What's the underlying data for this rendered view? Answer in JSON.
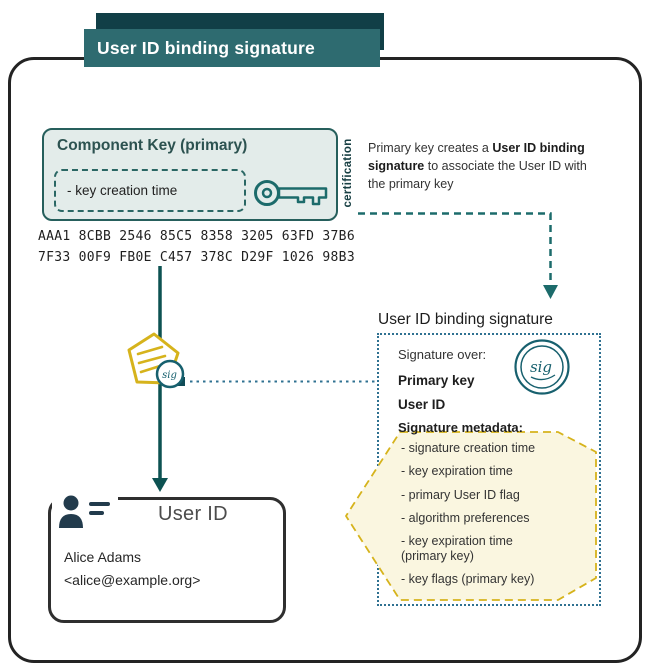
{
  "banner": {
    "title": "User ID binding signature"
  },
  "component_key": {
    "title": "Component Key (primary)",
    "creation_time_label": "- key creation time"
  },
  "certification_label": "certification",
  "annotation": {
    "text_pre": "Primary key creates a ",
    "text_bold": "User ID binding signature",
    "text_post": " to associate the User ID with the primary key"
  },
  "fingerprint": {
    "line1": "AAA1 8CBB 2546 85C5 8358 3205 63FD 37B6",
    "line2": "7F33 00F9 FB0E C457 378C D29F 1026 98B3"
  },
  "signature_panel": {
    "title": "User ID binding signature",
    "signature_over_label": "Signature over:",
    "target_primary": "Primary key",
    "target_user_id": "User ID",
    "metadata_label": "Signature metadata:",
    "metadata_items": [
      "- signature creation time",
      "- key expiration time",
      "- primary User ID flag",
      "- algorithm preferences",
      "- key expiration time\n   (primary key)",
      "- key flags (primary key)"
    ]
  },
  "user_id_card": {
    "title": "User ID",
    "name": "Alice Adams",
    "email": "<alice@example.org>"
  },
  "icons": {
    "sig_label": "sig"
  },
  "colors": {
    "teal": "#1c6b6b",
    "teal_dark": "#0d5252",
    "banner_bg": "#2e6b70",
    "banner_shadow": "#113f47",
    "key_box_fill": "#e3ecea",
    "gold": "#d6b31c",
    "cream_fill": "#faf6e0",
    "dotted_blue": "#2f7191",
    "ink": "#232323"
  }
}
